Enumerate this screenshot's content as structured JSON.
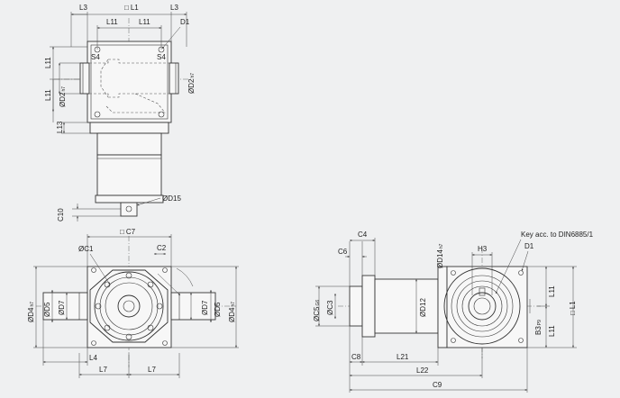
{
  "labels": {
    "L3": "L3",
    "L1": "L1",
    "L11": "L11",
    "D1": "D1",
    "S4": "S4",
    "D2": "ØD2",
    "D2_tol": "h7",
    "L13": "L13",
    "D15": "ØD15",
    "C10": "C10",
    "C7": "C7",
    "C1": "ØC1",
    "C2": "C2",
    "D4": "ØD4",
    "D4_tol": "h7",
    "D5": "ØD5",
    "D7": "ØD7",
    "L4": "L4",
    "L7": "L7",
    "C6": "C6",
    "C4": "C4",
    "D14": "ØD14",
    "D14_tol": "h7",
    "C5": "ØC5",
    "C5_tol": "G6",
    "C3": "ØC3",
    "D12": "ØD12",
    "H3": "H3",
    "key_note": "Key acc. to DIN6885/1",
    "B3": "B3",
    "B3_tol": "P9",
    "C8": "C8",
    "L21": "L21",
    "L22": "L22",
    "C9": "C9",
    "square_symbol": "□",
    "diameter_symbol": "Ø"
  },
  "colors": {
    "background": "#eff0f1",
    "line": "#333333"
  }
}
